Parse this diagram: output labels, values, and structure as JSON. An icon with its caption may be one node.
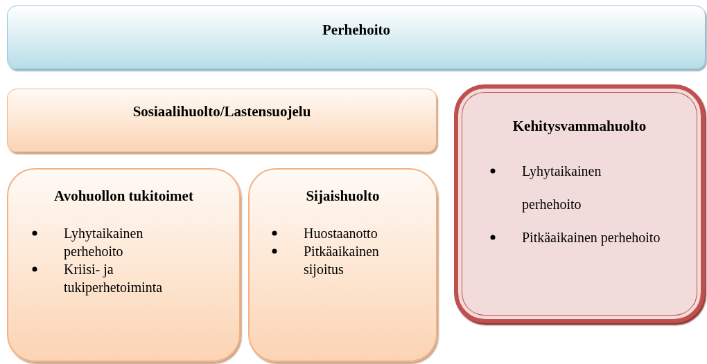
{
  "diagram": {
    "nodes": [
      {
        "text": [
          "Perhehoito"
        ]
      },
      {
        "text": [
          "Sosiaalihuolto/Lastensuojelu"
        ]
      },
      {
        "text": [
          "Kehitysvammahuolto",
          "Lyhytaikainen perhehoito",
          "Pitkäaikainen perhehoito"
        ]
      },
      {
        "text": [
          "Avohuollon tukitoimet",
          "Lyhytaikainen perhehoito",
          "Kriisi- ja tukiperhetoiminta"
        ]
      },
      {
        "text": [
          "Sijaishuolto",
          "Huostaanotto",
          "Pitkäaikainen sijoitus"
        ]
      }
    ]
  }
}
